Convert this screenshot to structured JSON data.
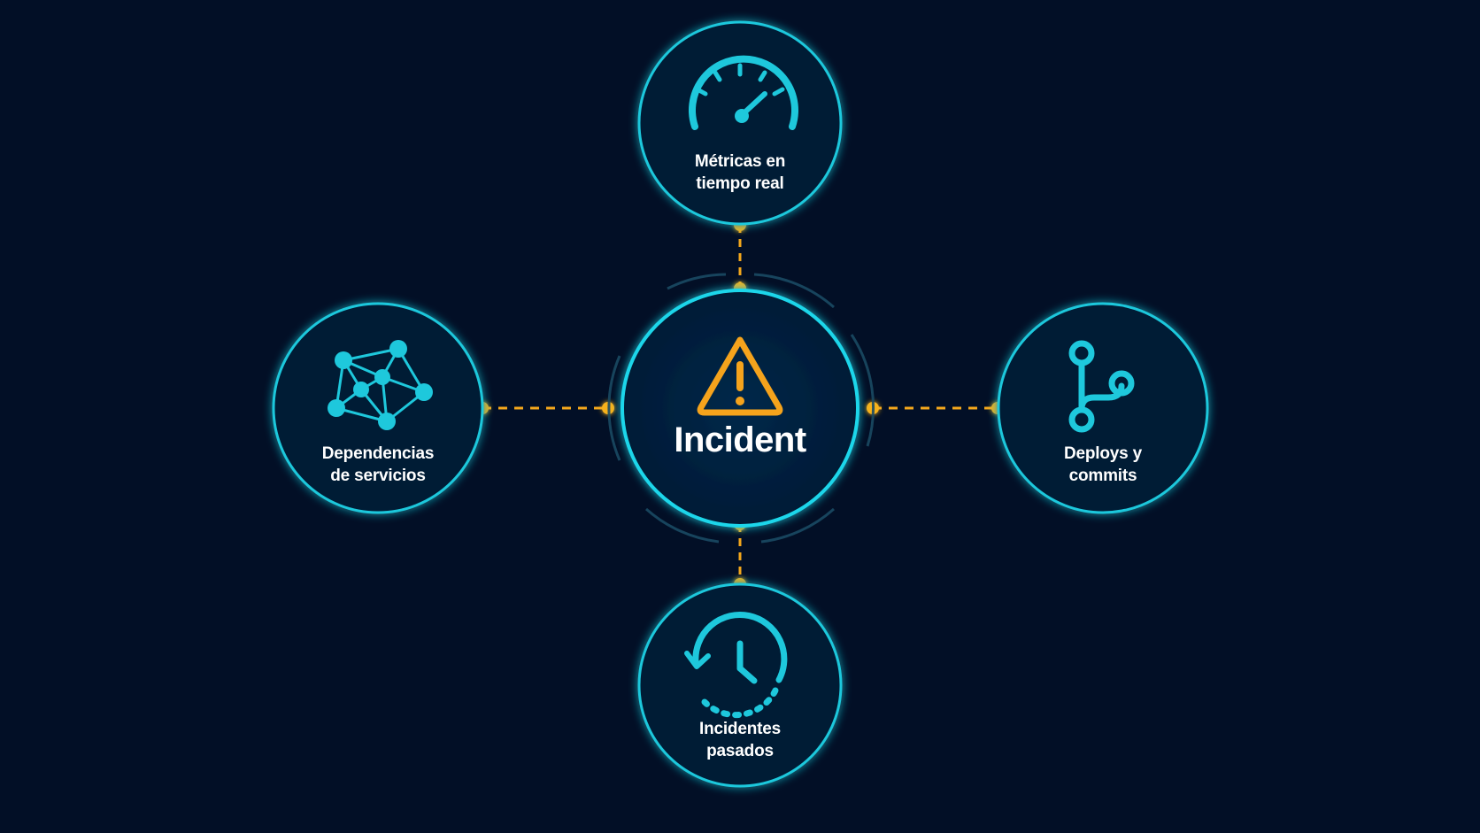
{
  "center": {
    "label": "Incident",
    "icon": "warning-triangle-icon"
  },
  "nodes": {
    "top": {
      "line1": "Métricas en",
      "line2": "tiempo real",
      "icon": "speedometer-icon"
    },
    "left": {
      "line1": "Dependencias",
      "line2": "de servicios",
      "icon": "network-graph-icon"
    },
    "right": {
      "line1": "Deploys y",
      "line2": "commits",
      "icon": "git-branch-icon"
    },
    "bottom": {
      "line1": "Incidentes",
      "line2": "pasados",
      "icon": "history-clock-icon"
    }
  },
  "colors": {
    "background": "#020f26",
    "accent": "#1ec8dc",
    "connector": "#f5a81c",
    "warning": "#f5a31c",
    "text": "#ffffff"
  }
}
